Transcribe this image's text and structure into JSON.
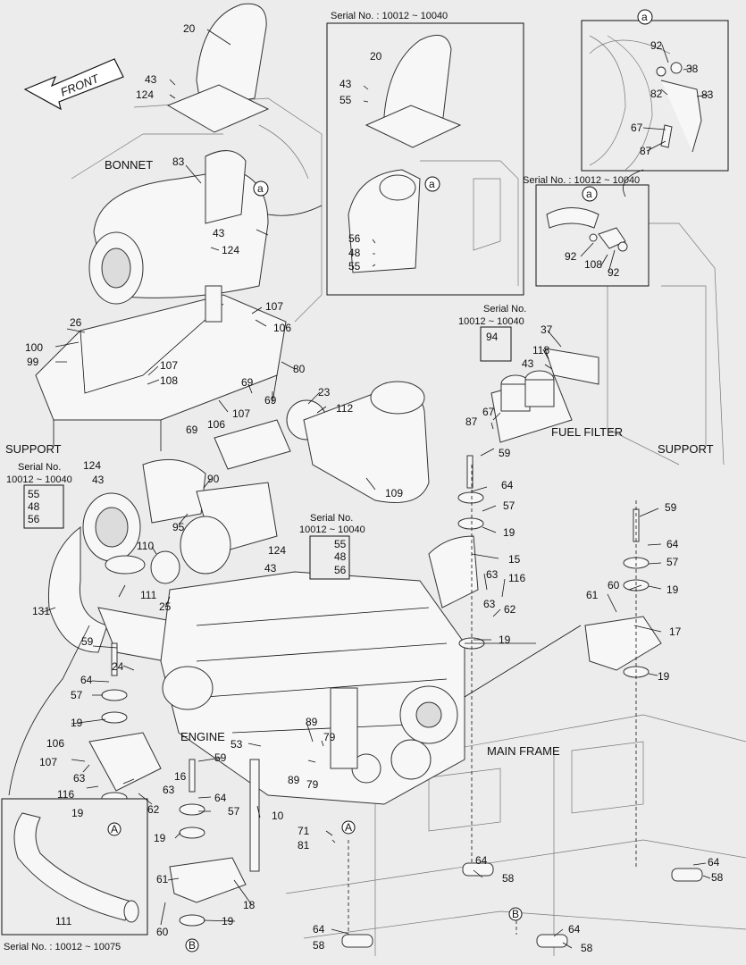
{
  "direction_label": "FRONT",
  "assembly_labels": {
    "bonnet": "BONNET",
    "support_left": "SUPPORT",
    "support_right": "SUPPORT",
    "fuel_filter": "FUEL FILTER",
    "engine": "ENGINE",
    "main_frame": "MAIN FRAME"
  },
  "callout_letter": "a",
  "view_markers": {
    "a": "A",
    "b": "B"
  },
  "serial_notes": {
    "inset_top": "Serial No. : 10012 ~ 10040",
    "inset_right": "Serial No. : 10012 ~ 10040",
    "left_stack_line1": "Serial No.",
    "left_stack_line2": "10012 ~ 10040",
    "center_stack_line1": "Serial No.",
    "center_stack_line2": "10012 ~ 10040",
    "fuel_filter_line1": "Serial No.",
    "fuel_filter_line2": "10012 ~ 10040",
    "hose_inset": "Serial No. : 10012 ~ 10075"
  },
  "part_numbers": {
    "p20": "20",
    "p43": "43",
    "p124": "124",
    "p83": "83",
    "p26": "26",
    "p100": "100",
    "p99": "99",
    "p107": "107",
    "p106": "106",
    "p108": "108",
    "p69": "69",
    "p80": "80",
    "p23": "23",
    "p112": "112",
    "p109": "109",
    "p90": "90",
    "p95": "95",
    "p110": "110",
    "p131": "131",
    "p111": "111",
    "p25": "25",
    "p24": "24",
    "p59": "59",
    "p64": "64",
    "p57": "57",
    "p19": "19",
    "p16": "16",
    "p63": "63",
    "p116": "116",
    "p62": "62",
    "p53": "53",
    "p89": "89",
    "p79": "79",
    "p10": "10",
    "p71": "71",
    "p81": "81",
    "p18": "18",
    "p61": "61",
    "p60": "60",
    "p15": "15",
    "p17": "17",
    "p58": "58",
    "p55": "55",
    "p48": "48",
    "p56": "56",
    "p92": "92",
    "p38": "38",
    "p82": "82",
    "p67": "67",
    "p87": "87",
    "p37": "37",
    "p94": "94",
    "p118": "118"
  }
}
